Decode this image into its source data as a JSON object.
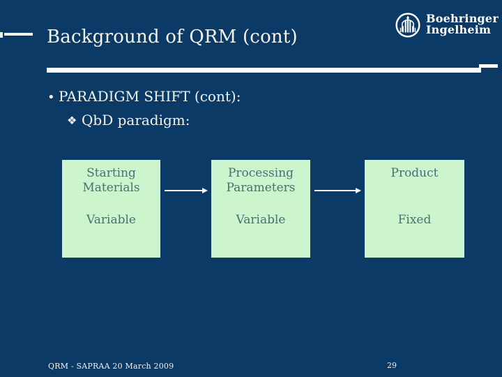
{
  "slide": {
    "title": "Background of QRM (cont)",
    "footer": "QRM - SAPRAA 20 March 2009",
    "page_number": "29"
  },
  "logo": {
    "name": "Boehringer Ingelheim",
    "line1": "Boehringer",
    "line2": "Ingelheim",
    "icon": "boehringer-ingelheim-emblem"
  },
  "bullets": [
    {
      "marker": "•",
      "text": "PARADIGM SHIFT (cont):"
    },
    {
      "marker": "❖",
      "text": "QbD paradigm:"
    }
  ],
  "diagram": {
    "type": "flow",
    "boxes": [
      {
        "title": "Starting Materials",
        "state": "Variable"
      },
      {
        "title": "Processing Parameters",
        "state": "Variable"
      },
      {
        "title": "Product",
        "state": "Fixed"
      }
    ],
    "arrows": [
      "right",
      "right"
    ]
  },
  "colors": {
    "background": "#0b3a66",
    "box_fill": "#ccf4cd",
    "box_text": "#4a6f75",
    "text": "#f4f3ec",
    "rule": "#ffffff"
  }
}
